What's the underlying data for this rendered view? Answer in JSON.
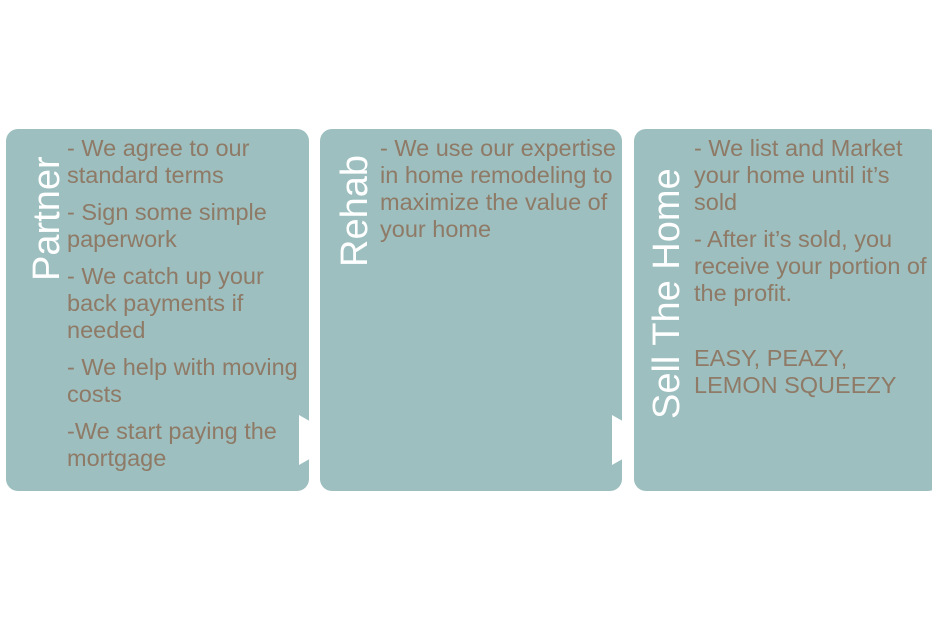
{
  "steps": [
    {
      "title": "Partner",
      "items": [
        "- We agree to our standard terms",
        "- Sign some simple paperwork",
        "- We catch up your back payments if needed",
        "- We help with moving costs",
        "-We start paying the mortgage"
      ]
    },
    {
      "title": "Rehab",
      "items": [
        "- We use our expertise in home remodeling to maximize the value of your home"
      ]
    },
    {
      "title": "Sell The Home",
      "items": [
        "- We list and Market your home until it’s sold",
        "- After it’s sold, you receive your portion of the profit.",
        "EASY, PEAZY, LEMON SQUEEZY"
      ]
    }
  ],
  "colors": {
    "card_fill": "#9dbfbf",
    "title_text": "#ffffff",
    "body_text": "#8e7a66",
    "arrow": "#ffffff"
  }
}
